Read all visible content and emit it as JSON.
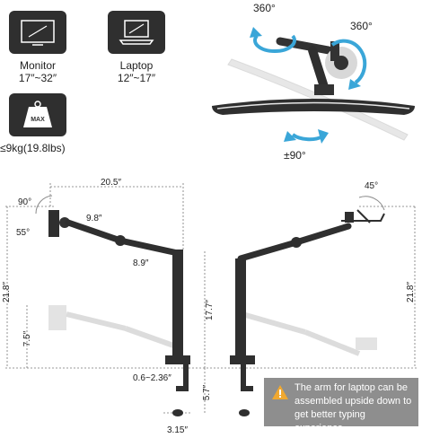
{
  "specs": {
    "monitor": {
      "name": "Monitor",
      "range": "17″~32″",
      "icon": "monitor-icon"
    },
    "laptop": {
      "name": "Laptop",
      "range": "12″~17″",
      "icon": "laptop-icon"
    },
    "weight": {
      "badge": "MAX",
      "limit": "≤9kg(19.8lbs)",
      "icon": "weight-icon"
    }
  },
  "rotations": {
    "top_left": "360°",
    "top_right": "360°",
    "tilt": "±90°"
  },
  "dimensions": {
    "width_total": "20.5″",
    "arm_upper": "9.8″",
    "arm_lower": "8.9″",
    "angle_90": "90°",
    "angle_55": "55°",
    "angle_45": "45°",
    "height_total_left": "21.8″",
    "height_total_right": "21.8″",
    "height_low": "7.5″",
    "pole": "17.7″",
    "clamp_range": "0.6~2.36″",
    "clamp_height": "5.7″",
    "base_width": "3.15″"
  },
  "note": {
    "icon": "warning-icon",
    "text": "The arm for laptop can be assembled upside down to get better typing experience."
  },
  "colors": {
    "dark": "#2f2f2f",
    "accent": "#3aa6d8",
    "note_bg": "#8e8e8e",
    "ghost": "#c8c8c8"
  }
}
